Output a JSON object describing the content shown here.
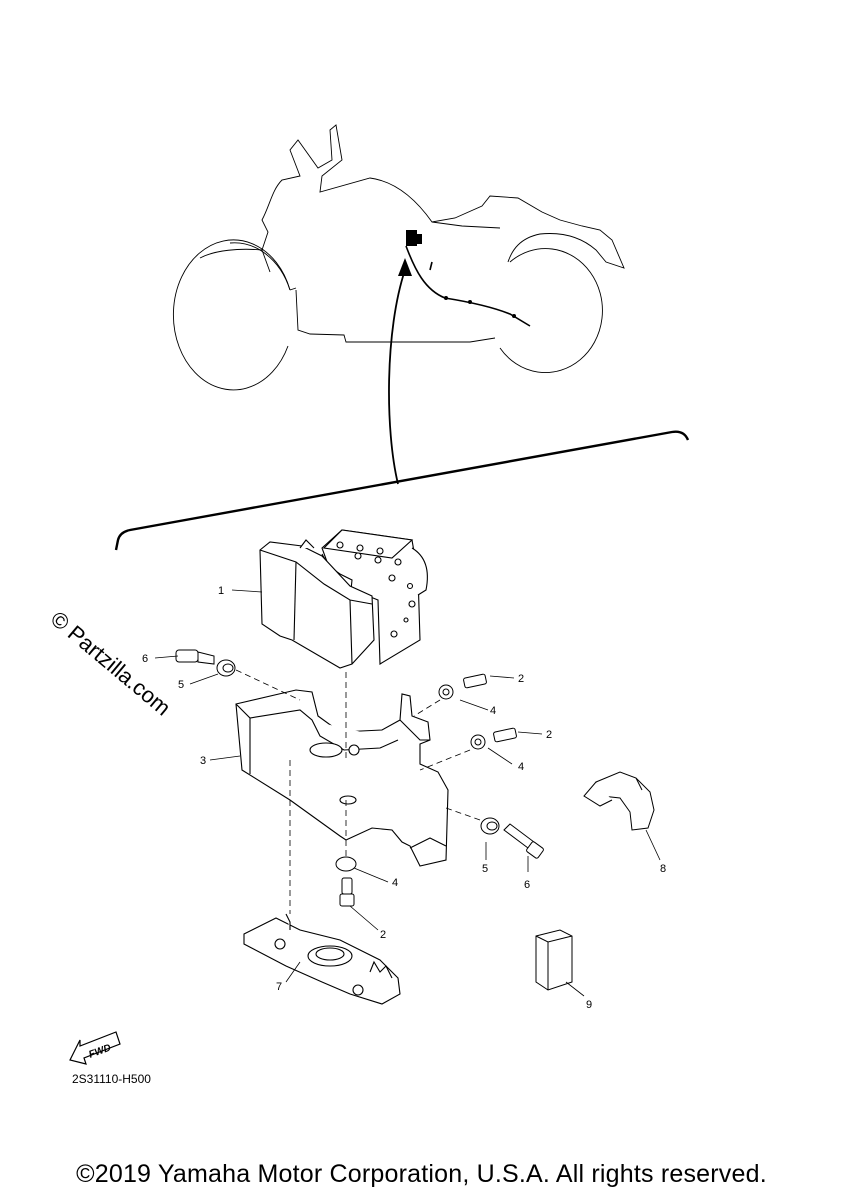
{
  "diagram": {
    "ref_code": "2S31110-H500",
    "copyright": "©2019 Yamaha Motor Corporation, U.S.A. All rights reserved.",
    "watermark": "© Partzilla.com",
    "fwd_label": "FWD",
    "callouts": [
      "1",
      "2",
      "2",
      "2",
      "3",
      "4",
      "4",
      "4",
      "5",
      "5",
      "6",
      "6",
      "7",
      "8",
      "9"
    ]
  }
}
